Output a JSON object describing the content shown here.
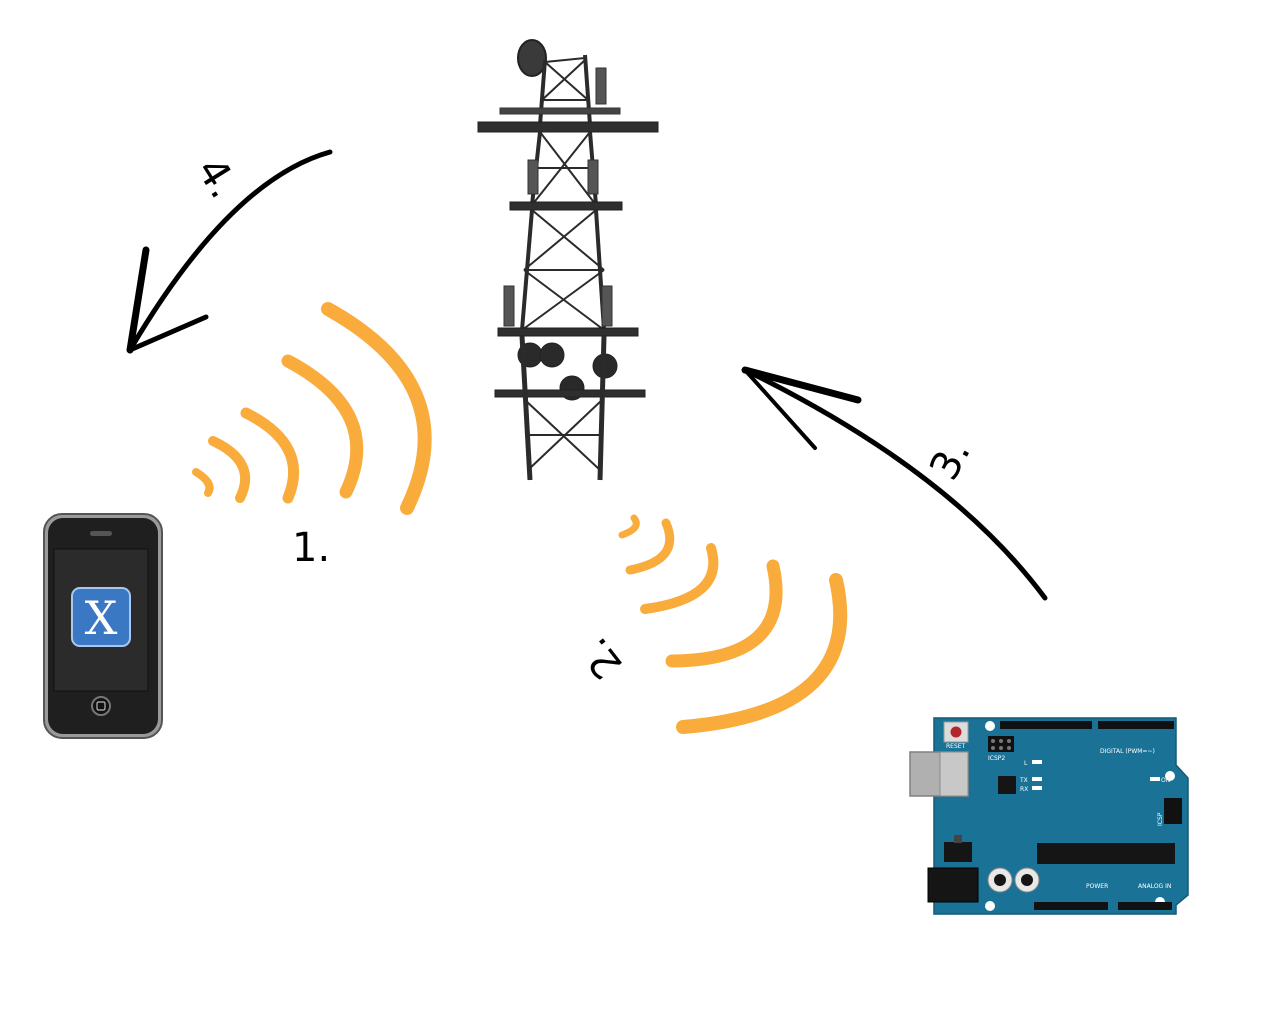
{
  "steps": {
    "step1": "1.",
    "step2": "2.",
    "step3": "3.",
    "step4": "4."
  },
  "phone": {
    "app_icon_letter": "X"
  },
  "board": {
    "reset_label": "RESET",
    "icsp2_label": "ICSP2",
    "digital_label": "DIGITAL (PWM=~)",
    "on_label": "ON",
    "tx_label": "TX",
    "rx_label": "RX",
    "l_label": "L",
    "icsp_label": "ICSP",
    "power_label": "POWER",
    "analog_label": "ANALOG IN"
  },
  "colors": {
    "signal_waves": "#f9ac3c",
    "arrows": "#000000",
    "tower": "#2b2b2b",
    "board": "#1a7396",
    "phone_body": "#1f1f1f",
    "app_icon": "#3a78c4"
  },
  "icons": [
    "smartphone-icon",
    "cell-tower-icon",
    "arduino-board-icon",
    "signal-waves-icon",
    "arrow-icon"
  ]
}
